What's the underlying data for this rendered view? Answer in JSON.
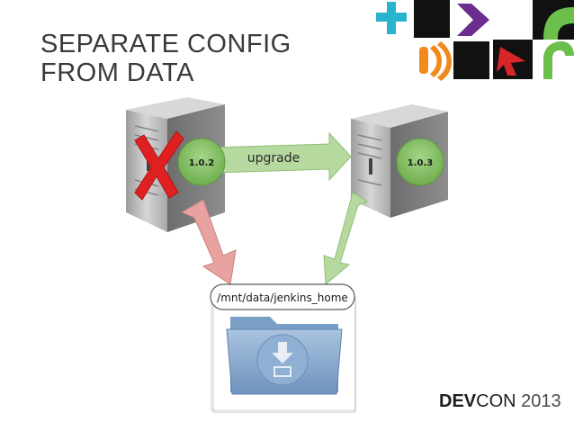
{
  "slide": {
    "title_line1": "SEPARATE CONFIG",
    "title_line2": "FROM DATA"
  },
  "diagram": {
    "old_server_version": "1.0.2",
    "new_server_version": "1.0.3",
    "upgrade_label": "upgrade",
    "data_path": "/mnt/data/jenkins_home"
  },
  "logo": {
    "dev": "DEV",
    "con": "CON",
    "year": "2013"
  },
  "colors": {
    "upgrade_arrow": "#b6d9a0",
    "old_data_arrow": "#e8a3a0",
    "new_data_arrow": "#b6d9a0",
    "version_circle": "#88c06a",
    "red_x": "#e02020",
    "folder": "#7a9fc6",
    "tile_black": "#111111",
    "tile_cyan": "#2ab3cf",
    "tile_orange": "#f08a1c",
    "tile_purple": "#6b2d8e",
    "tile_red": "#d8252a",
    "tile_green": "#6bbf4a"
  },
  "icons": [
    "server-icon",
    "red-x-icon",
    "folder-download-icon"
  ]
}
